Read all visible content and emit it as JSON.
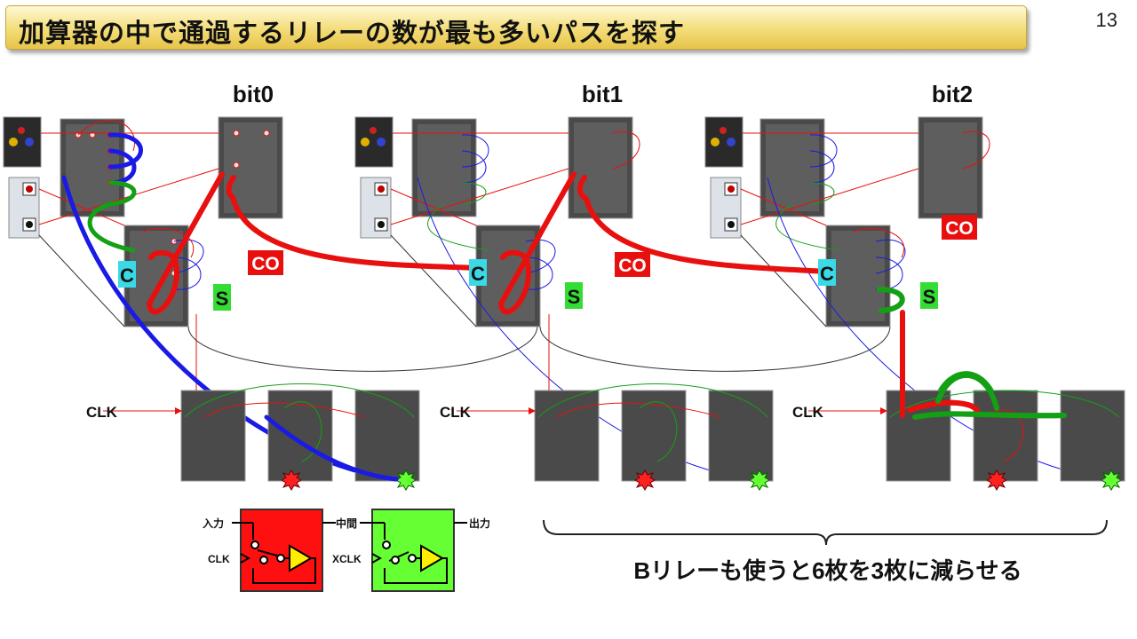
{
  "title": "加算器の中で通過するリレーの数が最も多いパスを探す",
  "page_number": "13",
  "bit_labels": [
    "bit0",
    "bit1",
    "bit2"
  ],
  "carry_label": "C",
  "sum_label": "S",
  "carry_out_label": "CO",
  "clock_label": "CLK",
  "legend": {
    "input_label": "入力",
    "middle_label": "中間",
    "output_label": "出力",
    "clk_label": "CLK",
    "xclk_label": "XCLK"
  },
  "note": "Bリレーも使うと6枚を3枚に減らせる",
  "colors": {
    "critical_path": "#e8100f",
    "blue_path": "#1a1ae6",
    "green_path": "#14a014",
    "carry_tag": "#39d9e6",
    "sum_tag": "#33dd33",
    "co_tag": "#e8100f",
    "relay_red": "#ff1010",
    "relay_green": "#66ff33",
    "title_banner": "#f3dc78"
  }
}
